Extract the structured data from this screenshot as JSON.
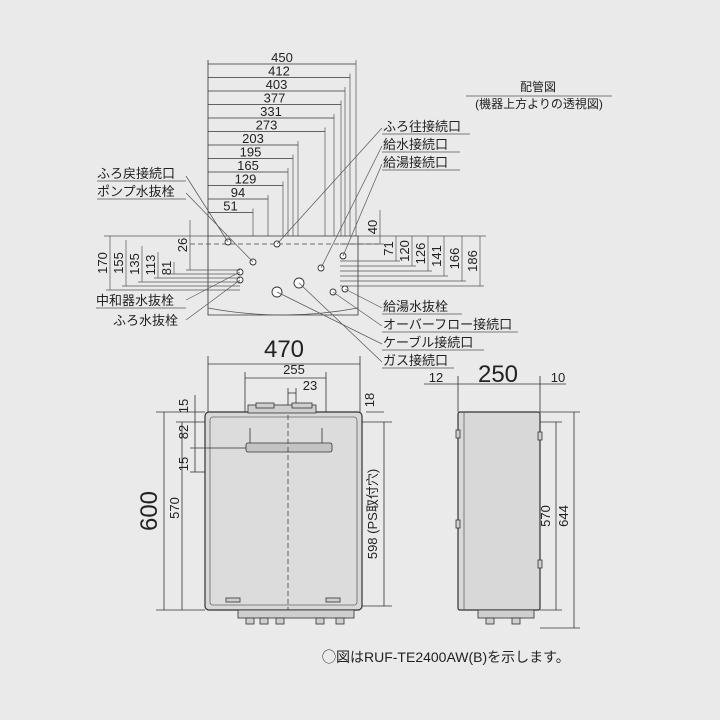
{
  "piping_title": "配管図",
  "piping_subtitle": "(機器上方よりの透視図)",
  "top_dims": [
    "450",
    "412",
    "403",
    "377",
    "331",
    "273",
    "203",
    "195",
    "165",
    "129",
    "94",
    "51"
  ],
  "left_labels": [
    "ふろ戻接続口",
    "ポンプ水抜栓"
  ],
  "right_labels": [
    "ふろ往接続口",
    "給水接続口",
    "給湯接続口"
  ],
  "bottom_labels_left": [
    "中和器水抜栓",
    "ふろ水抜栓"
  ],
  "bottom_labels_right": [
    "給湯水抜栓",
    "オーバーフロー接続口",
    "ケーブル接続口",
    "ガス接続口"
  ],
  "left_vert_dims": [
    "170",
    "155",
    "135",
    "113",
    "81",
    "26"
  ],
  "right_vert_dims": [
    "40",
    "71",
    "120",
    "126",
    "141",
    "166",
    "186"
  ],
  "front_dims": {
    "width": "470",
    "inner": "255",
    "pipe": "23",
    "side_top": "18",
    "left_15a": "15",
    "left_82": "82",
    "left_15b": "15",
    "height": "600",
    "height2": "570",
    "ps": "598 (PS取付穴)"
  },
  "side_dims": {
    "depth": "250",
    "left_off": "12",
    "right_off": "10",
    "h570": "570",
    "h644": "644"
  },
  "note": "◯図はRUF-TE2400AW(B)を示します。"
}
